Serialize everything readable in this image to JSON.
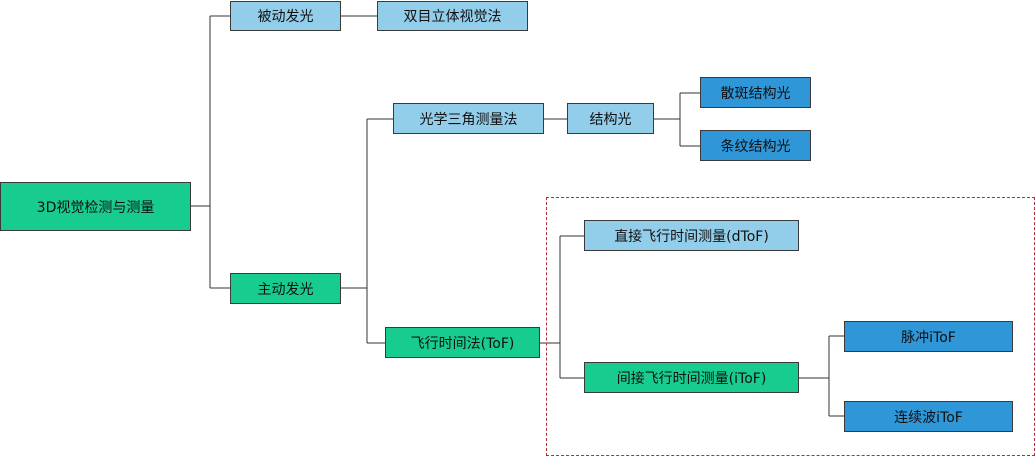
{
  "nodes": {
    "root": "3D视觉检测与测量",
    "passive": "被动发光",
    "stereo": "双目立体视觉法",
    "active": "主动发光",
    "triangulation": "光学三角测量法",
    "structured": "结构光",
    "speckle": "散斑结构光",
    "fringe": "条纹结构光",
    "tof": "飞行时间法(ToF)",
    "dtof": "直接飞行时间测量(dToF)",
    "itof": "间接飞行时间测量(iToF)",
    "pulse_itof": "脉冲iToF",
    "cw_itof": "连续波iToF"
  },
  "colors": {
    "light_blue": "#92cdea",
    "green": "#18cc8f",
    "dark_blue": "#2f97d8",
    "connector": "#333333",
    "dashed_frame": "#b0303a"
  }
}
